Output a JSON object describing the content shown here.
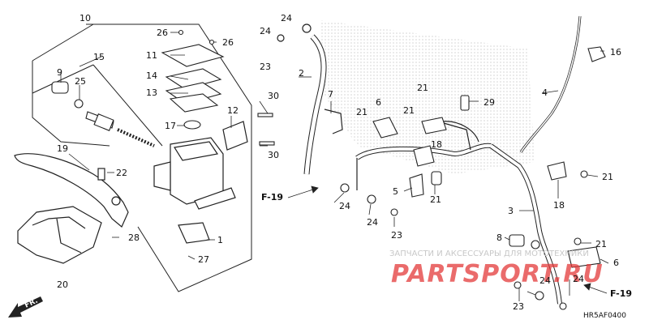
{
  "diagram": {
    "code": "HR5AF0400",
    "direction_label": "FR.",
    "watermark": {
      "subtitle": "ЗАПЧАСТИ И АКСЕССУАРЫ ДЛЯ МОТОТЕХНИКИ",
      "logo_text": "PARTSPORT.RU"
    },
    "callouts": {
      "c10": "10",
      "c15": "15",
      "c9": "9",
      "c25": "25",
      "c19": "19",
      "c26a": "26",
      "c26b": "26",
      "c11": "11",
      "c14": "14",
      "c13": "13",
      "c17": "17",
      "c12": "12",
      "c30a": "30",
      "c30b": "30",
      "c22": "22",
      "c28": "28",
      "c20": "20",
      "c1": "1",
      "c27": "27",
      "c24a": "24",
      "c24b": "24",
      "c23a": "23",
      "c2": "2",
      "c7": "7",
      "c21a": "21",
      "c21b": "21",
      "c6a": "6",
      "c21c": "21",
      "c29": "29",
      "c18a": "18",
      "c5": "5",
      "c21d": "21",
      "c24c": "24",
      "c24d": "24",
      "c23b": "23",
      "c16": "16",
      "c4": "4",
      "c21e": "21",
      "c18b": "18",
      "c3": "3",
      "c8": "8",
      "c21f": "21",
      "c6b": "6",
      "c24e": "24",
      "c23c": "23",
      "c24f": "24",
      "f19a": "F-19",
      "f19b": "F-19"
    }
  }
}
